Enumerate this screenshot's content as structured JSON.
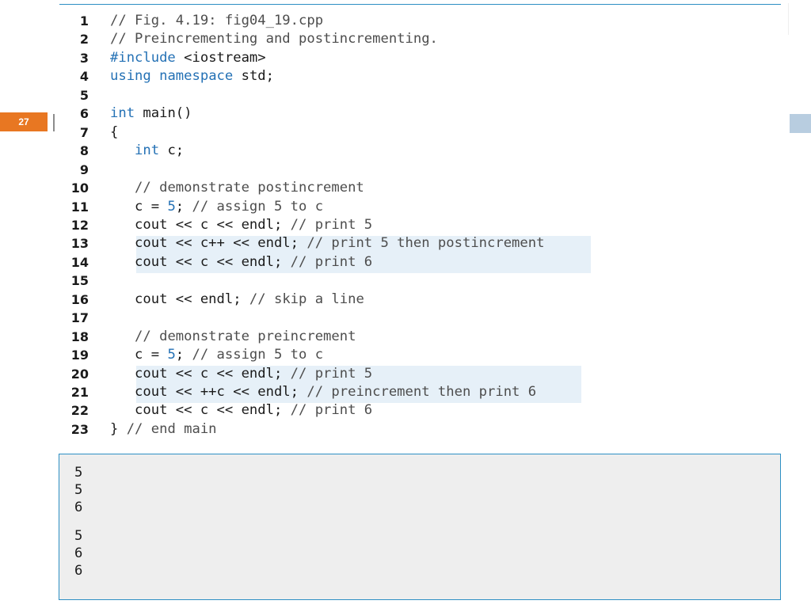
{
  "slide": {
    "page_number": "27"
  },
  "code": {
    "lines": [
      {
        "n": "1",
        "text": "// Fig. 4.19: fig04_19.cpp"
      },
      {
        "n": "2",
        "text": "// Preincrementing and postincrementing."
      },
      {
        "n": "3",
        "text": "#include <iostream>"
      },
      {
        "n": "4",
        "text": "using namespace std;"
      },
      {
        "n": "5",
        "text": ""
      },
      {
        "n": "6",
        "text": "int main()"
      },
      {
        "n": "7",
        "text": "{"
      },
      {
        "n": "8",
        "text": "   int c;"
      },
      {
        "n": "9",
        "text": ""
      },
      {
        "n": "10",
        "text": "   // demonstrate postincrement"
      },
      {
        "n": "11",
        "text": "   c = 5; // assign 5 to c"
      },
      {
        "n": "12",
        "text": "   cout << c << endl; // print 5"
      },
      {
        "n": "13",
        "text": "   cout << c++ << endl; // print 5 then postincrement"
      },
      {
        "n": "14",
        "text": "   cout << c << endl; // print 6"
      },
      {
        "n": "15",
        "text": ""
      },
      {
        "n": "16",
        "text": "   cout << endl; // skip a line"
      },
      {
        "n": "17",
        "text": ""
      },
      {
        "n": "18",
        "text": "   // demonstrate preincrement"
      },
      {
        "n": "19",
        "text": "   c = 5; // assign 5 to c"
      },
      {
        "n": "20",
        "text": "   cout << c << endl; // print 5"
      },
      {
        "n": "21",
        "text": "   cout << ++c << endl; // preincrement then print 6"
      },
      {
        "n": "22",
        "text": "   cout << c << endl; // print 6"
      },
      {
        "n": "23",
        "text": "} // end main"
      }
    ],
    "highlighted_lines": [
      "13",
      "14",
      "20",
      "21"
    ]
  },
  "output": {
    "lines": [
      "5",
      "5",
      "6",
      "",
      "5",
      "6",
      "6"
    ]
  },
  "colors": {
    "accent_blue": "#2d8fc4",
    "keyword_blue": "#2471b5",
    "page_badge": "#e87722",
    "highlight": "#e6f0f8",
    "output_bg": "#eeeeee"
  }
}
